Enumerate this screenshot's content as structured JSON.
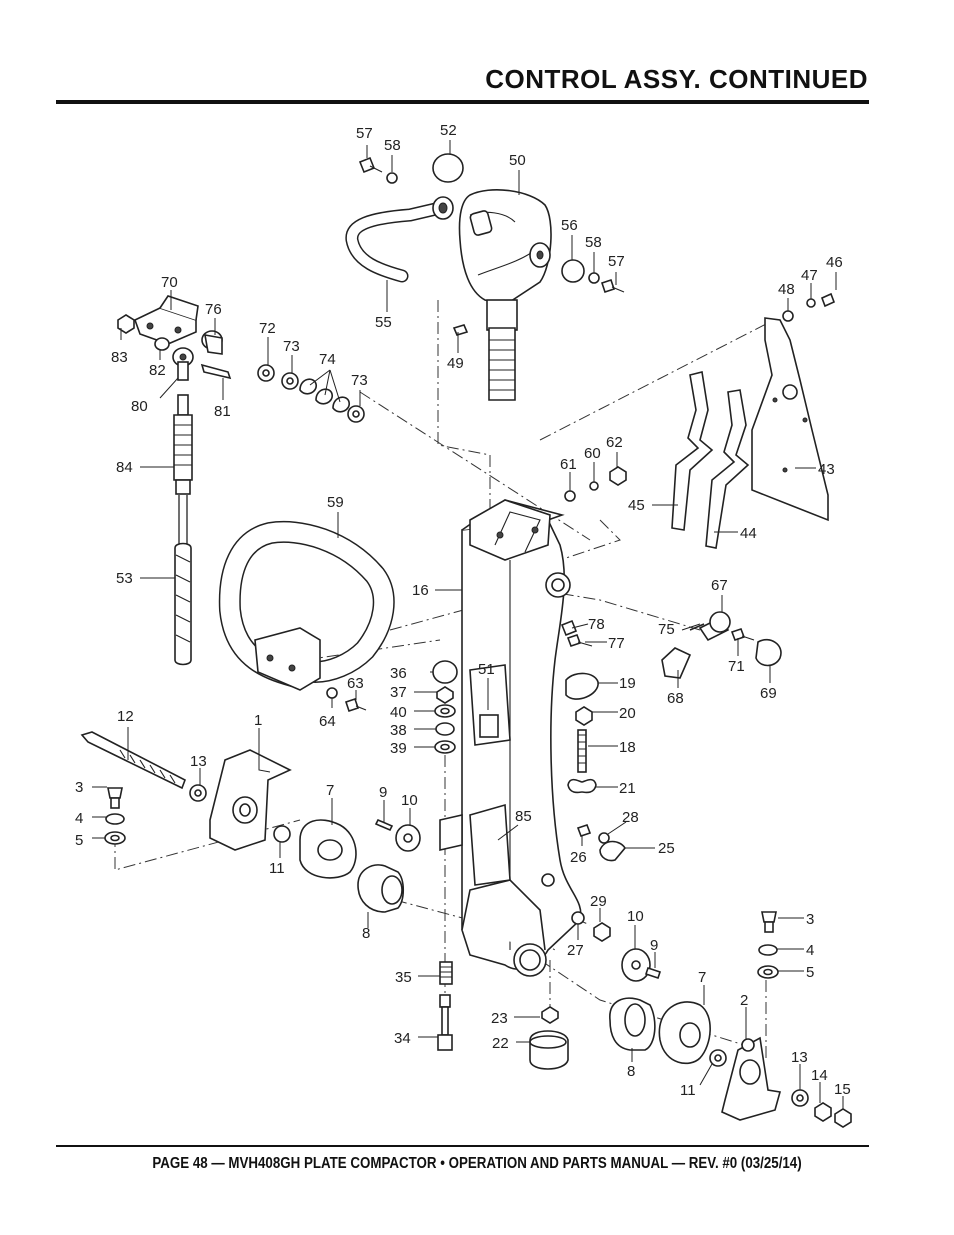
{
  "header": {
    "title": "CONTROL ASSY. CONTINUED"
  },
  "footer": {
    "text": "PAGE 48 — MVH408GH PLATE COMPACTOR • OPERATION AND PARTS MANUAL — REV. #0 (03/25/14)"
  },
  "callouts": [
    "57",
    "58",
    "52",
    "50",
    "56",
    "58",
    "57",
    "46",
    "47",
    "48",
    "70",
    "76",
    "83",
    "82",
    "80",
    "81",
    "72",
    "73",
    "74",
    "73",
    "55",
    "49",
    "84",
    "53",
    "59",
    "61",
    "60",
    "62",
    "45",
    "44",
    "43",
    "16",
    "67",
    "75",
    "78",
    "77",
    "71",
    "68",
    "69",
    "36",
    "37",
    "40",
    "38",
    "39",
    "51",
    "63",
    "64",
    "19",
    "20",
    "18",
    "21",
    "12",
    "1",
    "13",
    "3",
    "4",
    "5",
    "11",
    "7",
    "9",
    "10",
    "8",
    "85",
    "28",
    "26",
    "25",
    "29",
    "27",
    "10",
    "9",
    "3",
    "4",
    "5",
    "35",
    "34",
    "23",
    "22",
    "7",
    "8",
    "11",
    "2",
    "13",
    "14",
    "15"
  ]
}
